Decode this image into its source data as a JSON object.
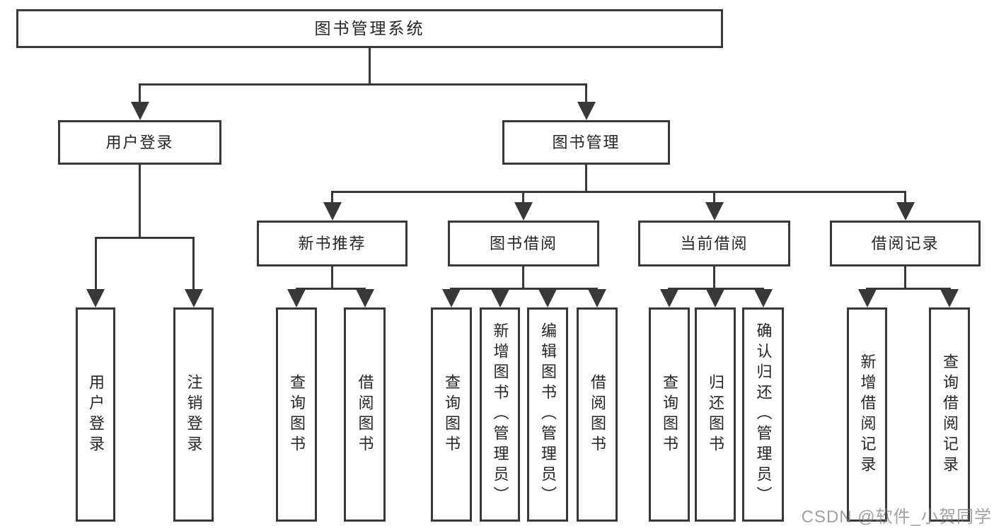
{
  "tree": {
    "root": {
      "label": "图书管理系统",
      "children": [
        {
          "label": "用户登录",
          "children": [
            {
              "label": "用户登录"
            },
            {
              "label": "注销登录"
            }
          ]
        },
        {
          "label": "图书管理",
          "children": [
            {
              "label": "新书推荐",
              "children": [
                {
                  "label": "查询图书"
                },
                {
                  "label": "借阅图书"
                }
              ]
            },
            {
              "label": "图书借阅",
              "children": [
                {
                  "label": "查询图书"
                },
                {
                  "label": "新增图书（管理员）"
                },
                {
                  "label": "编辑图书（管理员）"
                },
                {
                  "label": "借阅图书"
                }
              ]
            },
            {
              "label": "当前借阅",
              "children": [
                {
                  "label": "查询图书"
                },
                {
                  "label": "归还图书"
                },
                {
                  "label": "确认归还（管理员）"
                }
              ]
            },
            {
              "label": "借阅记录",
              "children": [
                {
                  "label": "新增借阅记录"
                },
                {
                  "label": "查询借阅记录"
                }
              ]
            }
          ]
        }
      ]
    }
  },
  "watermark": "CSDN @软件_小贺同学",
  "colors": {
    "line": "#383838",
    "text": "#262626",
    "background": "#ffffff",
    "watermark": "#7d7d7d"
  }
}
